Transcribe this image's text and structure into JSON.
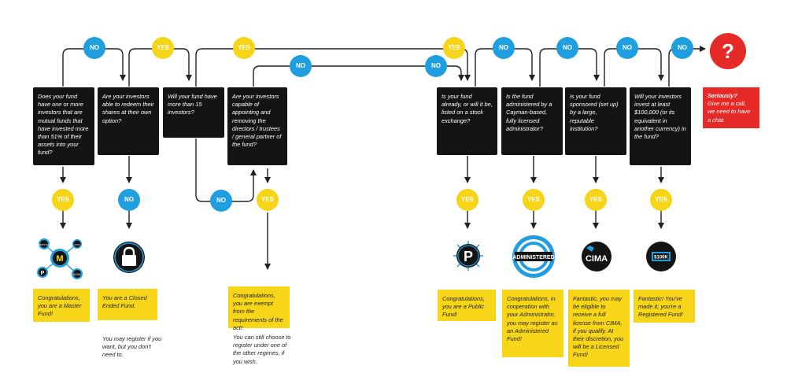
{
  "colors": {
    "yes": "#f6d417",
    "no": "#1f9fe0",
    "question": "#141414",
    "result": "#f7d519",
    "alert": "#e52a28",
    "line": "#222222"
  },
  "labels": {
    "yes": "YES",
    "no": "NO",
    "question_mark": "?"
  },
  "questions": {
    "q1": "Does your fund have one or more investors that are mutual funds that have invested more than 51% of their assets into your fund?",
    "q2": "Are your investors able to redeem their shares at their own option?",
    "q3": "Will your fund have more than 15 investors?",
    "q4": "Are your investors capable of appointing and removing the directors / trustees / general partner of the fund?",
    "q5": "Is your fund already, or will it be, listed on a stock exchange?",
    "q6": "Is the fund administered by a Cayman-based, fully licensed administrator?",
    "q7": "Is your fund sponsored (set up) by a large, reputable institution?",
    "q8": "Will your investors invest at least $100,000 (or its equivalent in another currency) in the fund?"
  },
  "results": {
    "r1": "Congratulations, you are a Master Fund!",
    "r2": "You are a Closed Ended Fund.",
    "r2_note": "You may register if you want, but you don't need to.",
    "r3": "Congratulations, you are exempt from the requirements of the act!",
    "r3_note": "You can still choose to register under one of the other regimes, if you wish.",
    "r4": "Congratulations, you are a Public Fund!",
    "r5": "Congratulations, in cooperation with your Administrator, you may register as an Administered Fund!",
    "r6": "Fantastic, you may be eligible to receive a full license from CIMA, if you qualify. At their discretion, you will be a Licensed Fund!",
    "r7": "Fantastic! You've made it; you're a Registered Fund!"
  },
  "alert": {
    "title": "Seriously?",
    "body": "Give me a call, we need to have a chat."
  },
  "icons": {
    "master": {
      "center": "M",
      "tags": [
        "ADMINISTERED",
        "CIMA",
        "P",
        "$100K"
      ]
    },
    "closed": "lock-icon",
    "public": "P",
    "administered": "ADMINISTERED",
    "cima": "CIMA",
    "registered": "$100K"
  }
}
